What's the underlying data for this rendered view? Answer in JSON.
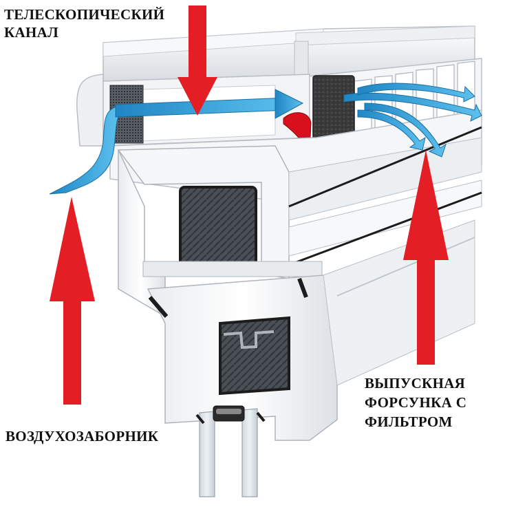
{
  "labels": {
    "telescopic_channel": [
      "ТЕЛЕСКОПИЧЕСКИЙ",
      "КАНАЛ"
    ],
    "air_intake": "ВОЗДУХОЗАБОРНИК",
    "outlet_nozzle": [
      "ВЫПУСКНАЯ",
      "ФОРСУНКА С",
      "ФИЛЬТРОМ"
    ]
  },
  "colors": {
    "arrow_red": "#e31e24",
    "airflow_blue": "#3aa3d8",
    "frame_white": "#f4f5f6",
    "frame_shadow": "#c9ced3",
    "glass": "#dfe6ea",
    "seal_black": "#1c1c1c",
    "filter_gray": "#3c3c3c",
    "flap_red": "#d8101e"
  },
  "icons": {
    "arrow_down": "red-arrow-down-icon",
    "arrow_up": "red-arrow-up-icon",
    "airflow": "blue-airflow-arrow-icon"
  }
}
